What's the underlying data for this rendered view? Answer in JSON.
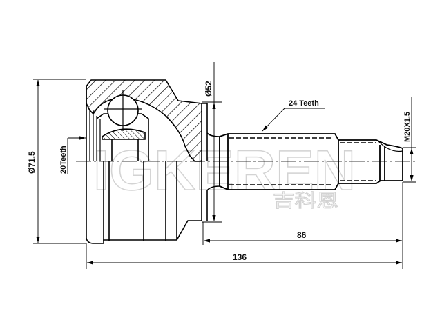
{
  "drawing": {
    "subject": "CV joint outer assembly",
    "line_color": "#000000",
    "background": "#ffffff",
    "watermark_color": "#cfcfcf"
  },
  "dimensions": {
    "outer_diameter": "Ø71.5",
    "seal_diameter": "Ø52",
    "inner_spline": "20Teeth",
    "outer_spline": "24 Teeth",
    "thread": "M20X1.5",
    "stub_length": "86",
    "overall_length": "136"
  },
  "watermark": {
    "latin": "IGKEREN",
    "chinese": "吉科恩"
  }
}
